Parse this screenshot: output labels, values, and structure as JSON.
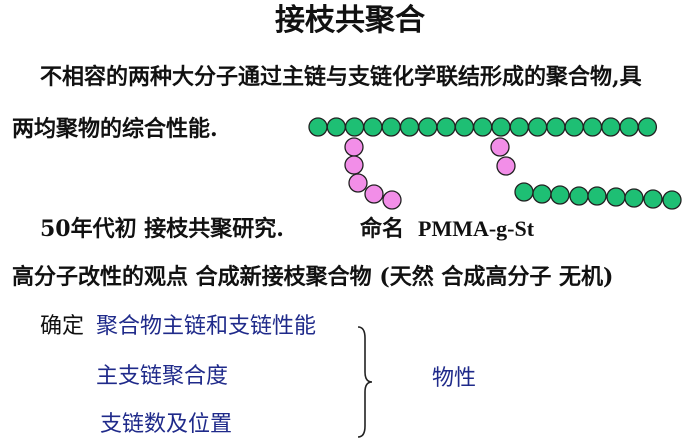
{
  "title": "接枝共聚合",
  "definition": {
    "line1": "不相容的两种大分子通过主链与支链化学联结形成的聚合物,具",
    "line2": "两均聚物的综合性能."
  },
  "history": {
    "text": "50年代初   接枝共聚研究.",
    "naming_label": "命名",
    "naming_value": "PMMA-g-St"
  },
  "viewpoint": "高分子改性的观点  合成新接枝聚合物   (天然  合成高分子  无机)",
  "determine": {
    "label": "确定",
    "items": [
      "聚合物主链和支链性能",
      "主支链聚合度",
      "支链数及位置"
    ],
    "result": "物性"
  },
  "colors": {
    "backbone": "#1ebf74",
    "branch": "#f28ee8",
    "blue_text": "#1f2a8a"
  },
  "diagram": {
    "backbone_beads": 19,
    "branch1_beads": 5,
    "branch2_pink_beads": 2,
    "branch2_green_beads": 9
  }
}
